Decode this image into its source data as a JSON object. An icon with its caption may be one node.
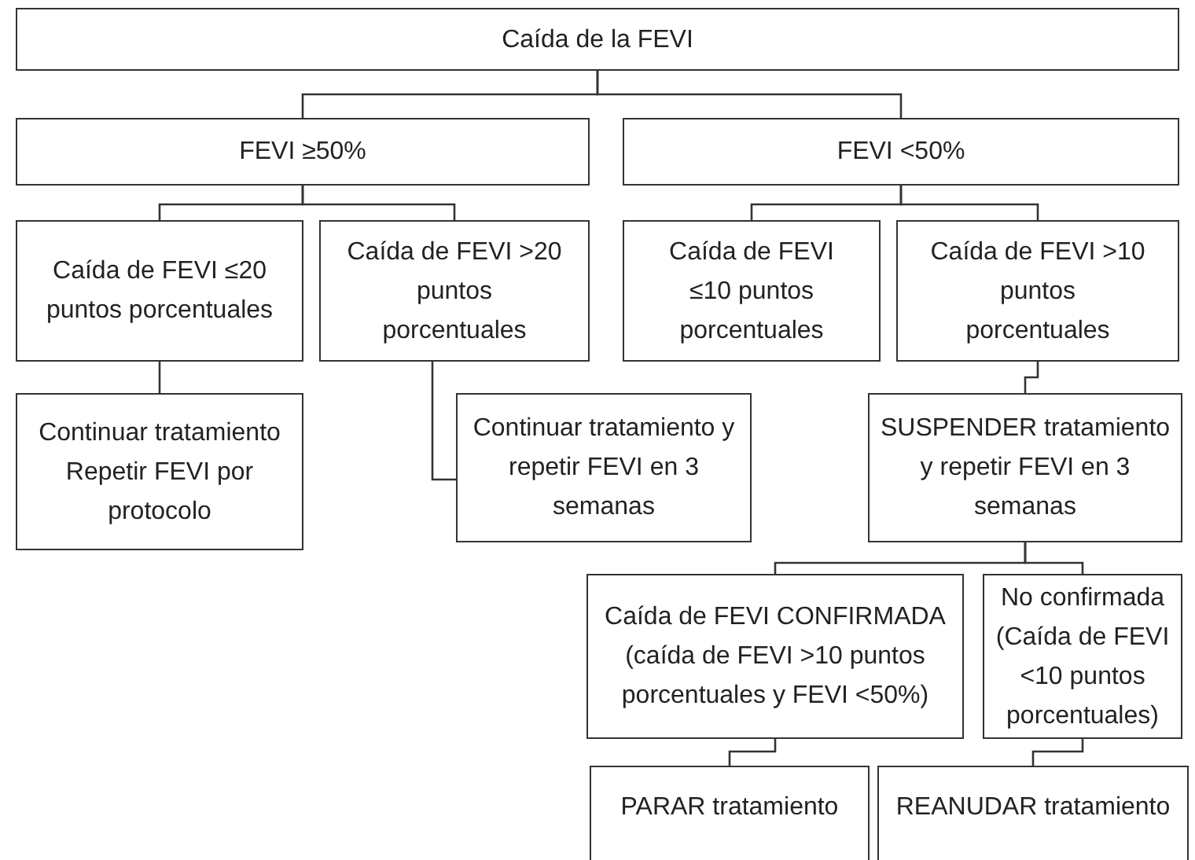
{
  "diagram": {
    "nodes": [
      {
        "text": [
          "Caída de la FEVI"
        ]
      },
      {
        "text": [
          "FEVI ≥50%"
        ]
      },
      {
        "text": [
          "FEVI <50%"
        ]
      },
      {
        "text": [
          "Caída de FEVI ≤20 puntos porcentuales"
        ]
      },
      {
        "text": [
          "Caída de FEVI >20 puntos porcentuales"
        ]
      },
      {
        "text": [
          "Caída de FEVI ≤10 puntos porcentuales"
        ]
      },
      {
        "text": [
          "Caída de FEVI >10 puntos porcentuales"
        ]
      },
      {
        "text": [
          "Continuar tratamiento Repetir FEVI por protocolo"
        ]
      },
      {
        "text": [
          "Continuar tratamiento y repetir FEVI en 3 semanas"
        ]
      },
      {
        "text": [
          "SUSPENDER tratamiento y repetir FEVI en 3 semanas"
        ]
      },
      {
        "text": [
          "Caída de FEVI CONFIRMADA (caída de FEVI >10 puntos porcentuales y FEVI <50%)"
        ]
      },
      {
        "text": [
          "No confirmada (Caída de FEVI <10 puntos porcentuales)"
        ]
      },
      {
        "text": [
          "PARAR tratamiento"
        ]
      },
      {
        "text": [
          "REANUDAR tratamiento"
        ]
      }
    ],
    "edges": [
      {
        "from": 0,
        "to": 1,
        "arrow": "none"
      },
      {
        "from": 0,
        "to": 2,
        "arrow": "none"
      },
      {
        "from": 1,
        "to": 3,
        "arrow": "none"
      },
      {
        "from": 1,
        "to": 4,
        "arrow": "none"
      },
      {
        "from": 2,
        "to": 5,
        "arrow": "none"
      },
      {
        "from": 2,
        "to": 6,
        "arrow": "none"
      },
      {
        "from": 3,
        "to": 7,
        "arrow": "none"
      },
      {
        "from": 4,
        "to": 8,
        "arrow": "none"
      },
      {
        "from": 6,
        "to": 9,
        "arrow": "none"
      },
      {
        "from": 9,
        "to": 10,
        "arrow": "none"
      },
      {
        "from": 9,
        "to": 11,
        "arrow": "none"
      },
      {
        "from": 10,
        "to": 12,
        "arrow": "none"
      },
      {
        "from": 11,
        "to": 13,
        "arrow": "none"
      }
    ]
  }
}
